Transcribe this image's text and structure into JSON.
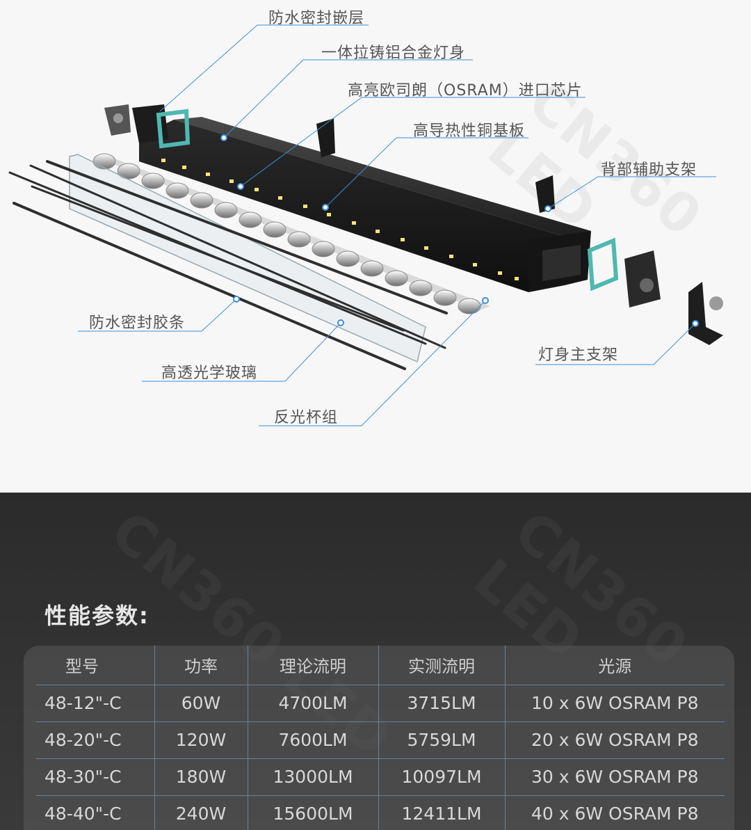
{
  "diagram": {
    "callouts": [
      {
        "id": "c1",
        "label": "防水密封嵌层"
      },
      {
        "id": "c2",
        "label": "一体拉铸铝合金灯身"
      },
      {
        "id": "c3",
        "label": "高亮欧司朗（OSRAM）进口芯片"
      },
      {
        "id": "c4",
        "label": "高导热性铜基板"
      },
      {
        "id": "c5",
        "label": "背部辅助支架"
      },
      {
        "id": "c6",
        "label": "防水密封胶条"
      },
      {
        "id": "c7",
        "label": "高透光学玻璃"
      },
      {
        "id": "c8",
        "label": "反光杯组"
      },
      {
        "id": "c9",
        "label": "灯身主支架"
      }
    ],
    "watermark": "CN360 LED",
    "accent_color": "#3b8fd9"
  },
  "specs": {
    "title": "性能参数:",
    "watermark": "CN360 LED",
    "headers": [
      "型号",
      "功率",
      "理论流明",
      "实测流明",
      "光源"
    ],
    "rows": [
      [
        "48-12\"-C",
        "60W",
        "4700LM",
        "3715LM",
        "10 x 6W OSRAM P8"
      ],
      [
        "48-20\"-C",
        "120W",
        "7600LM",
        "5759LM",
        "20 x 6W OSRAM P8"
      ],
      [
        "48-30\"-C",
        "180W",
        "13000LM",
        "10097LM",
        "30 x 6W OSRAM P8"
      ],
      [
        "48-40\"-C",
        "240W",
        "15600LM",
        "12411LM",
        "40 x 6W OSRAM P8"
      ]
    ]
  }
}
